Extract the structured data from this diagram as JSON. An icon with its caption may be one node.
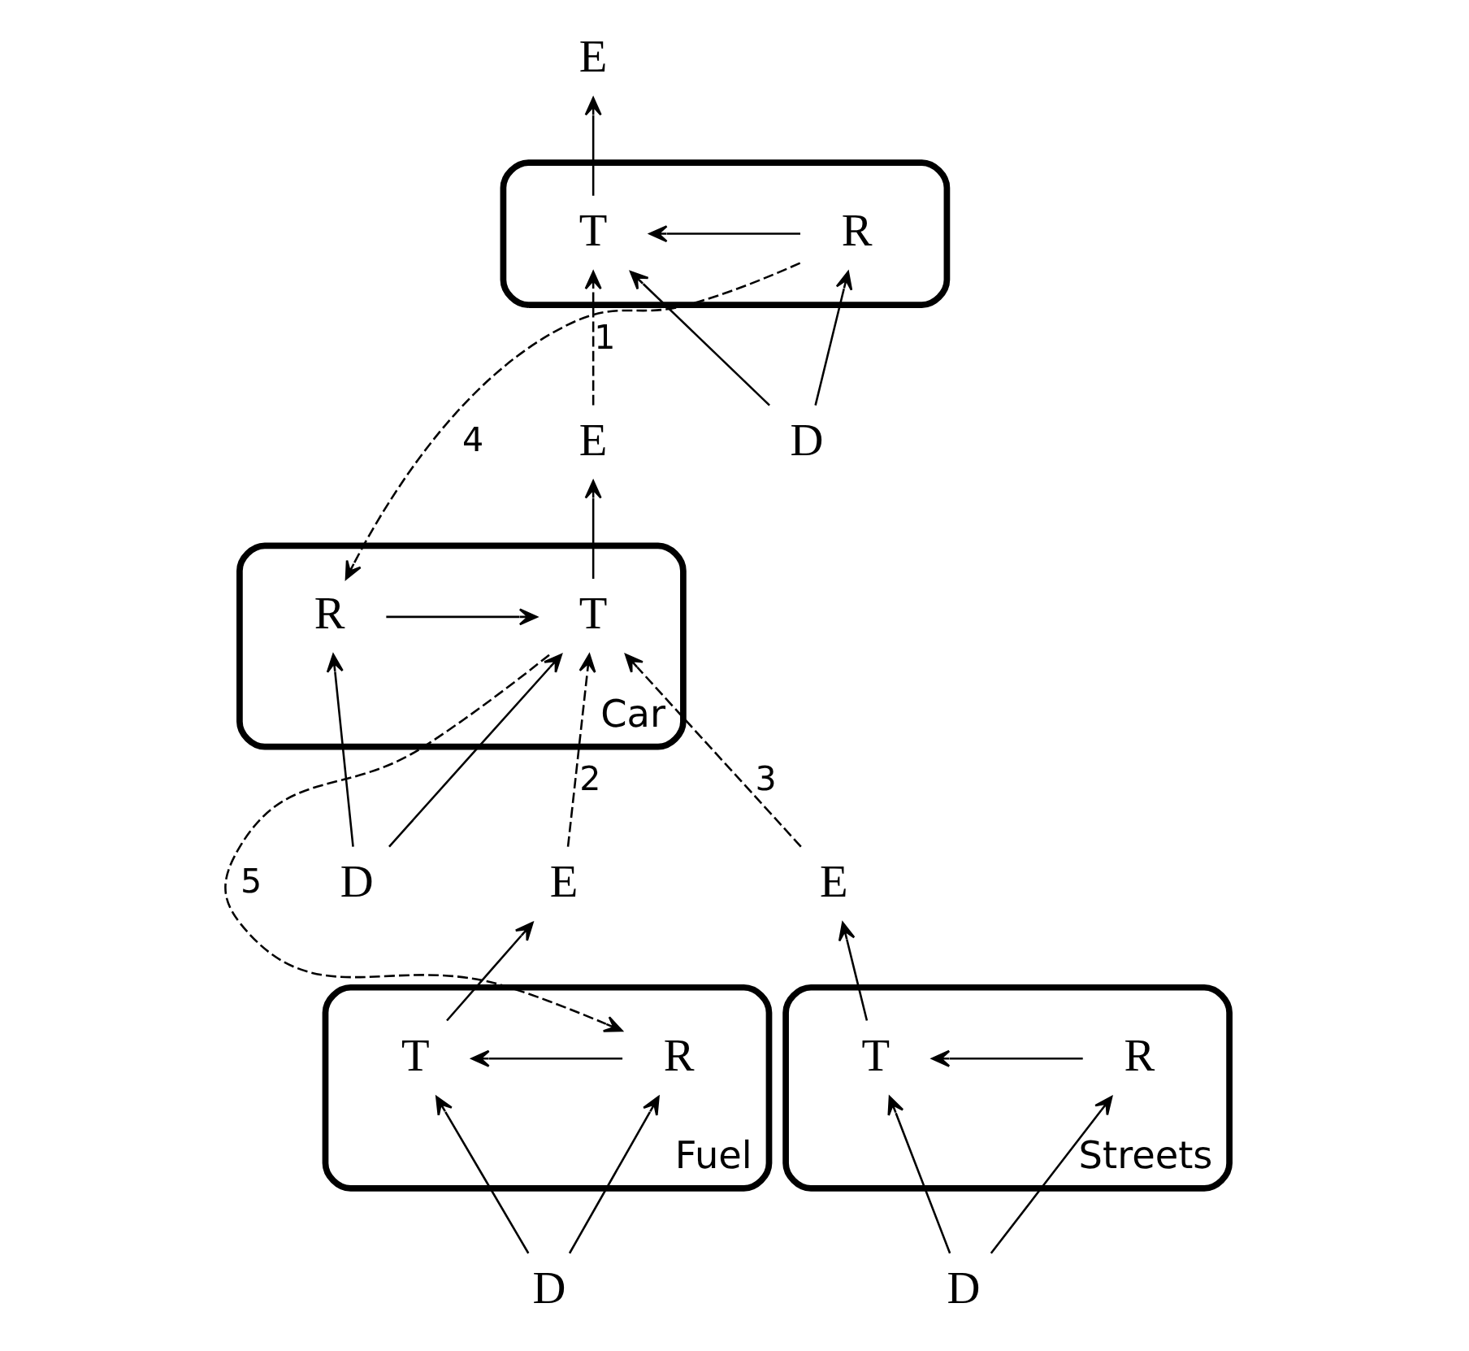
{
  "diagram": {
    "nodes": [
      {
        "text": [
          "E"
        ]
      },
      {
        "text": [],
        "shape": "ellipse"
      },
      {
        "text": [
          "T"
        ],
        "in": 1
      },
      {
        "text": [
          "R"
        ],
        "in": 1
      },
      {
        "text": [
          "D"
        ]
      },
      {
        "text": [
          "E"
        ]
      },
      {
        "text": [
          "Car"
        ]
      },
      {
        "text": [
          "T"
        ],
        "in": 6
      },
      {
        "text": [
          "R"
        ],
        "in": 6
      },
      {
        "text": [
          "D"
        ]
      },
      {
        "text": [
          "E"
        ]
      },
      {
        "text": [
          "Fuel"
        ]
      },
      {
        "text": [
          "T"
        ],
        "in": 11
      },
      {
        "text": [
          "R"
        ],
        "in": 11
      },
      {
        "text": [
          "D"
        ]
      },
      {
        "text": [
          "E"
        ]
      },
      {
        "text": [
          "Streets"
        ]
      },
      {
        "text": [
          "T"
        ],
        "in": 16
      },
      {
        "text": [
          "R"
        ],
        "in": 16
      },
      {
        "text": [
          "D"
        ]
      }
    ],
    "edges": [
      {
        "from": 3,
        "to": 2,
        "arrow": "to"
      },
      {
        "from": 2,
        "to": 0,
        "arrow": "to"
      },
      {
        "from": 4,
        "to": 2,
        "arrow": "to"
      },
      {
        "from": 4,
        "to": 3,
        "arrow": "to"
      },
      {
        "from": 8,
        "to": 7,
        "arrow": "to"
      },
      {
        "from": 7,
        "to": 5,
        "arrow": "to"
      },
      {
        "from": 9,
        "to": 7,
        "arrow": "to"
      },
      {
        "from": 9,
        "to": 8,
        "arrow": "to"
      },
      {
        "from": 13,
        "to": 12,
        "arrow": "to"
      },
      {
        "from": 12,
        "to": 10,
        "arrow": "to"
      },
      {
        "from": 14,
        "to": 12,
        "arrow": "to"
      },
      {
        "from": 14,
        "to": 13,
        "arrow": "to"
      },
      {
        "from": 18,
        "to": 17,
        "arrow": "to"
      },
      {
        "from": 17,
        "to": 15,
        "arrow": "to"
      },
      {
        "from": 19,
        "to": 17,
        "arrow": "to"
      },
      {
        "from": 19,
        "to": 18,
        "arrow": "to"
      },
      {
        "from": 5,
        "to": 2,
        "arrow": "to",
        "label": "1",
        "style": "dashed"
      },
      {
        "from": 3,
        "to": 8,
        "arrow": "to",
        "label": "4",
        "style": "dashed"
      },
      {
        "from": 10,
        "to": 7,
        "arrow": "to",
        "label": "2",
        "style": "dashed"
      },
      {
        "from": 15,
        "to": 7,
        "arrow": "to",
        "label": "3",
        "style": "dashed"
      },
      {
        "from": 7,
        "to": 13,
        "arrow": "to",
        "label": "5",
        "style": "dashed"
      }
    ]
  }
}
